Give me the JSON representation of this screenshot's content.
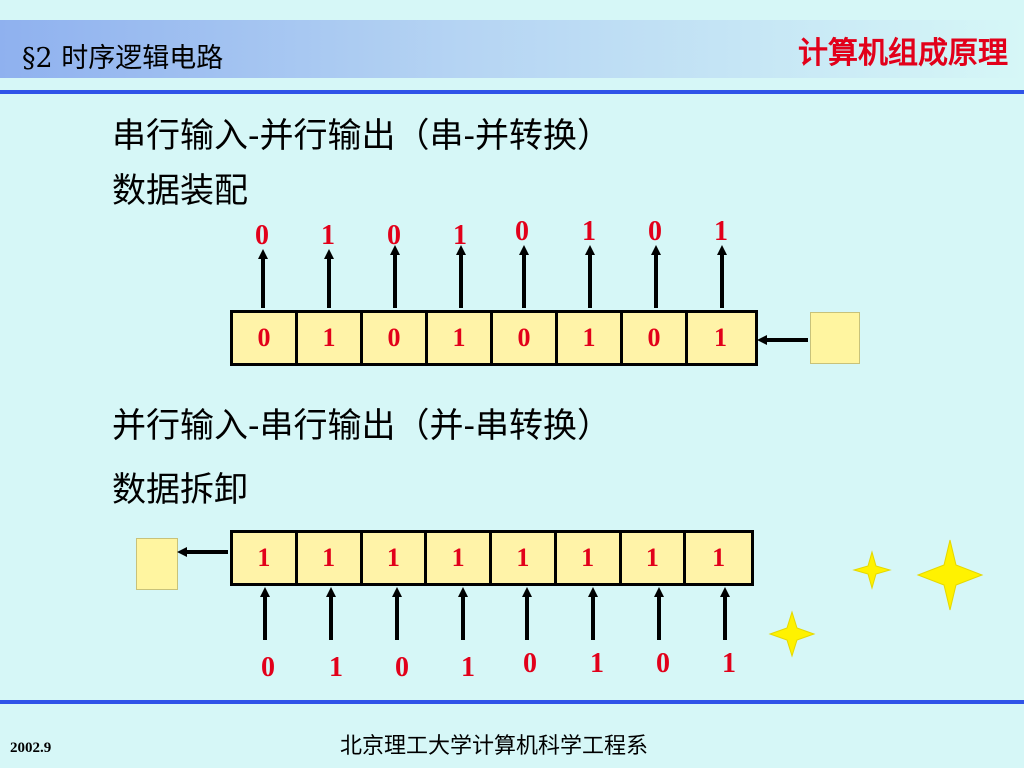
{
  "header": {
    "section_title": "§2 时序逻辑电路",
    "course_title": "计算机组成原理"
  },
  "sections": [
    {
      "title": "串行输入-并行输出（串-并转换）",
      "subtitle": "数据装配",
      "register_bits": [
        "0",
        "1",
        "0",
        "1",
        "0",
        "1",
        "0",
        "1"
      ],
      "parallel_bits": [
        "0",
        "1",
        "0",
        "1",
        "0",
        "1",
        "0",
        "1"
      ]
    },
    {
      "title": "并行输入-串行输出（并-串转换）",
      "subtitle": "数据拆卸",
      "register_bits": [
        "1",
        "1",
        "1",
        "1",
        "1",
        "1",
        "1",
        "1"
      ],
      "parallel_bits": [
        "0",
        "1",
        "0",
        "1",
        "0",
        "1",
        "0",
        "1"
      ]
    }
  ],
  "footer": {
    "date": "2002.9",
    "department": "北京理工大学计算机科学工程系"
  },
  "colors": {
    "background": "#d6f7f7",
    "rule": "#2f54e8",
    "accent_red": "#e2001a",
    "register_fill": "#fff3a8",
    "star": "#fff200"
  }
}
